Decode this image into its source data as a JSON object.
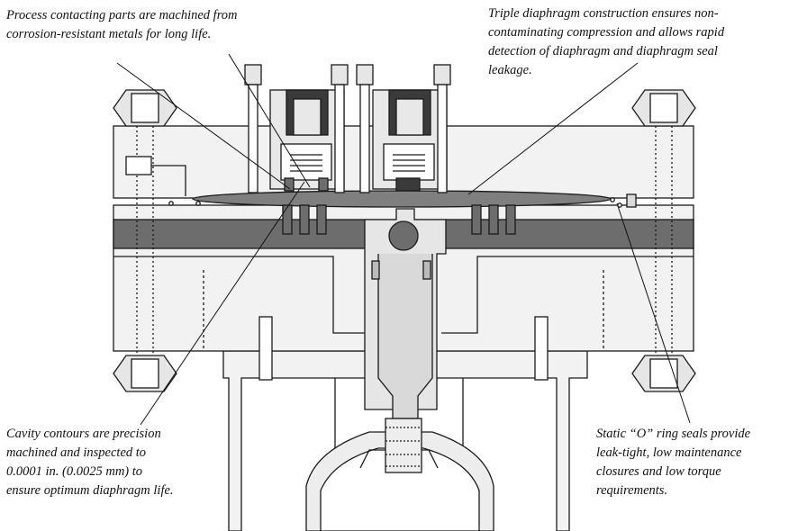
{
  "callouts": {
    "top_left": [
      "Process contacting parts are machined from",
      "corrosion-resistant metals for long life."
    ],
    "top_right": [
      "Triple diaphragm construction ensures non-",
      "contaminating compression and allows rapid",
      "detection of diaphragm and diaphragm seal",
      "leakage."
    ],
    "bottom_left": [
      "Cavity contours are precision",
      "machined and inspected to",
      "0.0001 in. (0.0025 mm) to",
      "ensure optimum diaphragm life."
    ],
    "bottom_right": [
      "Static “O” ring seals provide",
      "leak-tight, low maintenance",
      "closures and low torque",
      "requirements."
    ]
  },
  "colors": {
    "outline": "#1a1a1a",
    "body_fill": "#f2f2f2",
    "band_fill": "#6d6d6d",
    "diaphragm_fill": "#7f7f7f",
    "dark_part": "#3a3a3a",
    "light_part": "#d9d9d9"
  }
}
